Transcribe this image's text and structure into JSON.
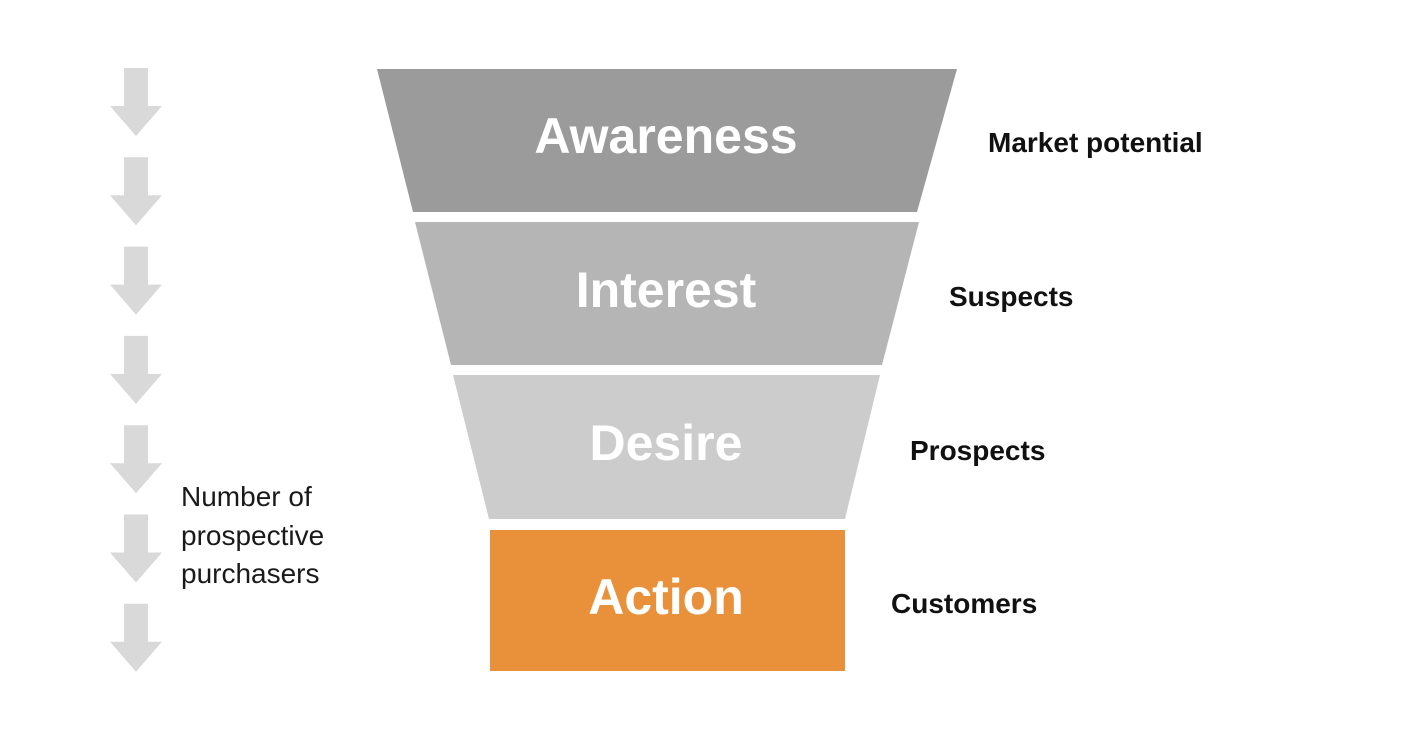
{
  "funnel": {
    "stages": [
      {
        "label": "Awareness",
        "side_label": "Market potential",
        "color": "#9b9b9b"
      },
      {
        "label": "Interest",
        "side_label": "Suspects",
        "color": "#b5b5b5"
      },
      {
        "label": "Desire",
        "side_label": "Prospects",
        "color": "#cccccc"
      },
      {
        "label": "Action",
        "side_label": "Customers",
        "color": "#e8913a"
      }
    ]
  },
  "caption": {
    "lines": [
      "Number of",
      "prospective",
      "purchasers"
    ]
  },
  "arrows": {
    "count": 7,
    "color": "#d9d9d9",
    "icon": "down-arrow-icon"
  }
}
